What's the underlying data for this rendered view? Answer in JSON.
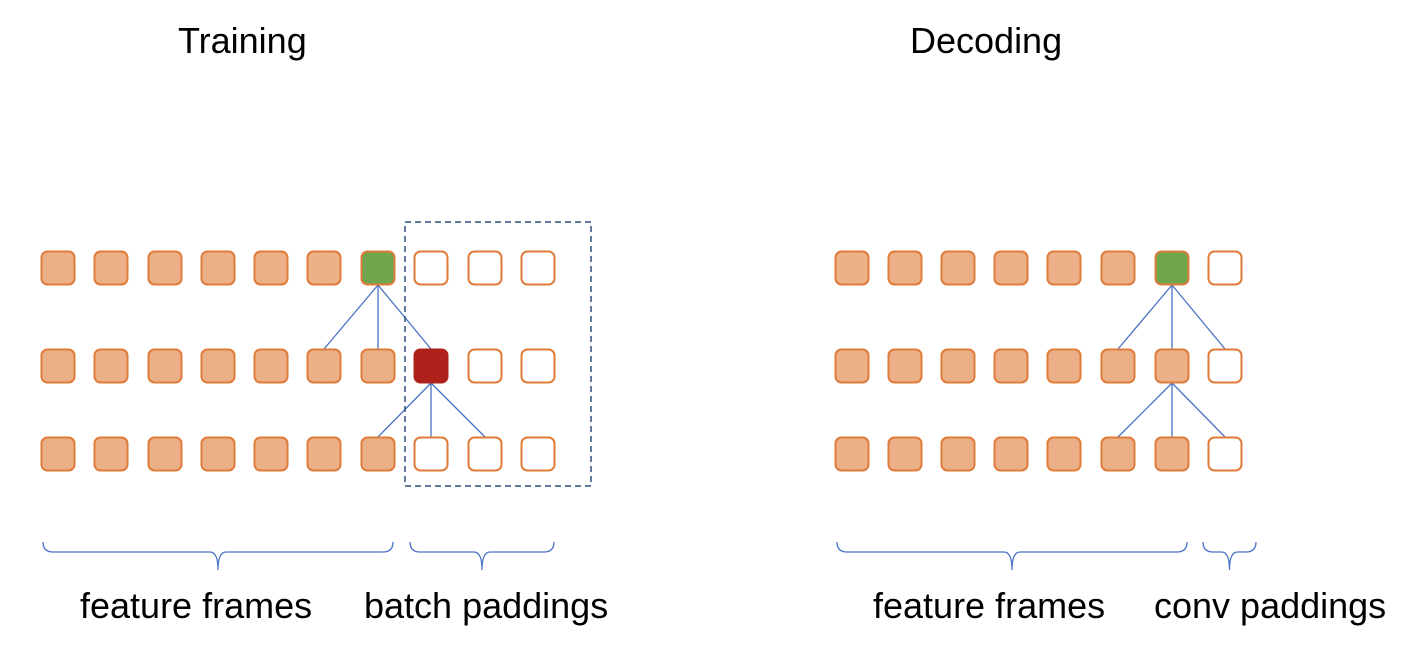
{
  "colors": {
    "feature_fill": "#ECB089",
    "feature_stroke": "#E07B39",
    "output_fill": "#70A44D",
    "blocked_fill": "#AE221B",
    "padding_fill": "#FFFFFF",
    "line": "#4A72C4",
    "dashed_box": "#2F4F7F"
  },
  "training": {
    "title": "Training",
    "captions": {
      "feature": "feature frames",
      "padding": "batch paddings"
    }
  },
  "decoding": {
    "title": "Decoding",
    "captions": {
      "feature": "feature frames",
      "padding": "conv paddings"
    }
  }
}
